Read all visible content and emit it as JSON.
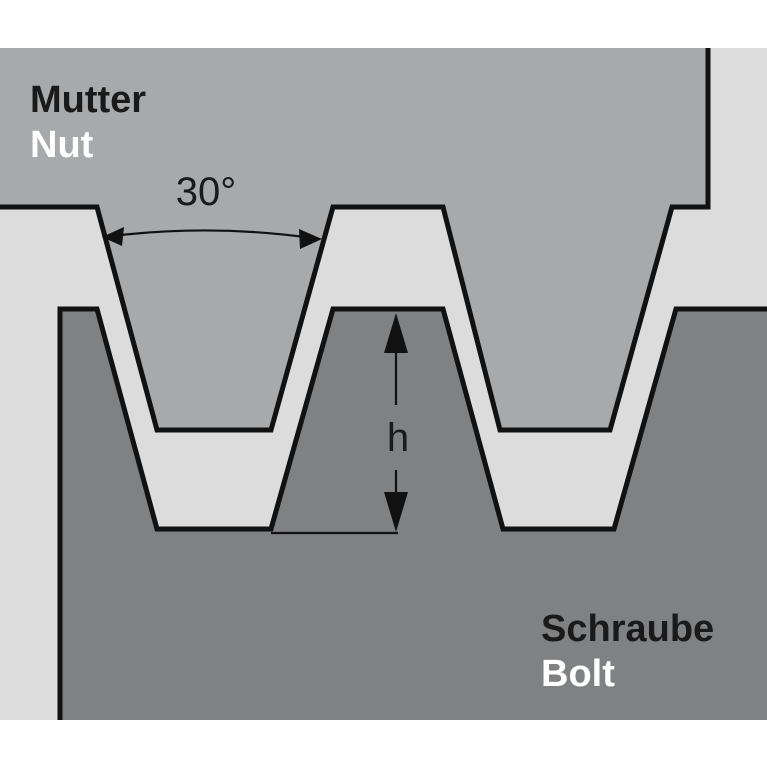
{
  "nut": {
    "label_de": "Mutter",
    "label_en": "Nut"
  },
  "bolt": {
    "label_de": "Schraube",
    "label_en": "Bolt"
  },
  "dimensions": {
    "flank_angle": "30°",
    "thread_height": "h"
  },
  "colors": {
    "gap": "#dcdcdc",
    "nut": "#a7a9ab",
    "bolt": "#808183",
    "outline": "#111111"
  }
}
